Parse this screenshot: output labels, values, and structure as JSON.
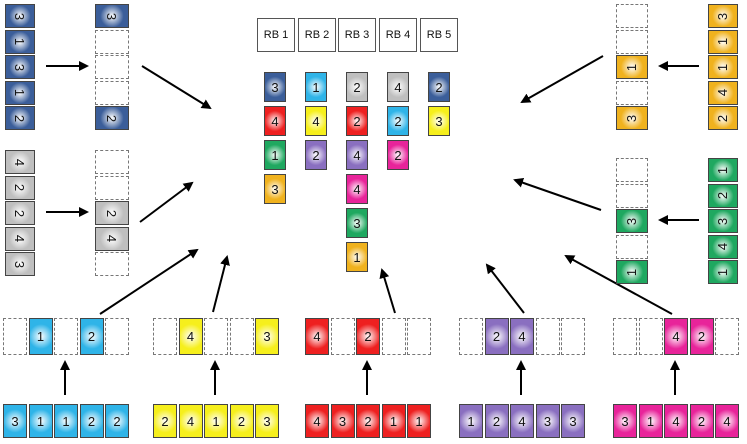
{
  "colors": {
    "blue": "#2fb4e8",
    "yellow": "#f6ef1c",
    "red": "#ee2020",
    "purple": "#8a6fc0",
    "pink": "#e8249a",
    "navy": "#3b5e9a",
    "gray": "#bfbfbf",
    "orange": "#f0b21e",
    "green": "#1fa860"
  },
  "headers": [
    "RB 1",
    "RB 2",
    "RB 3",
    "RB 4",
    "RB 5"
  ],
  "allocation": [
    [
      {
        "v": "3",
        "c": "navy"
      },
      {
        "v": "4",
        "c": "red"
      },
      {
        "v": "1",
        "c": "green"
      },
      {
        "v": "3",
        "c": "orange"
      }
    ],
    [
      {
        "v": "1",
        "c": "blue"
      },
      {
        "v": "4",
        "c": "yellow"
      },
      {
        "v": "2",
        "c": "purple"
      }
    ],
    [
      {
        "v": "2",
        "c": "gray"
      },
      {
        "v": "2",
        "c": "red"
      },
      {
        "v": "4",
        "c": "purple"
      },
      {
        "v": "4",
        "c": "pink"
      },
      {
        "v": "3",
        "c": "green"
      },
      {
        "v": "1",
        "c": "orange"
      }
    ],
    [
      {
        "v": "4",
        "c": "gray"
      },
      {
        "v": "2",
        "c": "blue"
      },
      {
        "v": "2",
        "c": "pink"
      }
    ],
    [
      {
        "v": "2",
        "c": "navy"
      },
      {
        "v": "3",
        "c": "yellow"
      }
    ]
  ],
  "bottom_users": [
    {
      "name": "blue",
      "input": [
        "3",
        "1",
        "1",
        "2",
        "2"
      ],
      "slots": [
        "",
        "1",
        "",
        "2",
        ""
      ],
      "color": "blue"
    },
    {
      "name": "yellow",
      "input": [
        "2",
        "4",
        "1",
        "2",
        "3"
      ],
      "slots": [
        "",
        "4",
        "",
        "",
        "3"
      ],
      "color": "yellow"
    },
    {
      "name": "red",
      "input": [
        "4",
        "3",
        "2",
        "1",
        "1"
      ],
      "slots": [
        "4",
        "",
        "2",
        "",
        ""
      ],
      "color": "red"
    },
    {
      "name": "purple",
      "input": [
        "1",
        "2",
        "4",
        "3",
        "3"
      ],
      "slots": [
        "",
        "2",
        "4",
        "",
        ""
      ],
      "color": "purple"
    },
    {
      "name": "pink",
      "input": [
        "3",
        "1",
        "4",
        "2",
        "4"
      ],
      "slots": [
        "",
        "",
        "4",
        "2",
        ""
      ],
      "color": "pink"
    }
  ],
  "left_users": [
    {
      "name": "navy",
      "input": [
        "3",
        "1",
        "3",
        "1",
        "2"
      ],
      "slots": [
        "3",
        "",
        "",
        "",
        "2"
      ],
      "color": "navy"
    },
    {
      "name": "gray",
      "input": [
        "4",
        "2",
        "2",
        "4",
        "3"
      ],
      "slots": [
        "",
        "",
        "2",
        "4",
        ""
      ],
      "color": "gray"
    }
  ],
  "right_users": [
    {
      "name": "orange",
      "input": [
        "3",
        "1",
        "1",
        "4",
        "2"
      ],
      "slots": [
        "",
        "",
        "1",
        "",
        "3"
      ],
      "color": "orange"
    },
    {
      "name": "green",
      "input": [
        "1",
        "2",
        "3",
        "4",
        "1"
      ],
      "slots": [
        "",
        "",
        "3",
        "",
        "1"
      ],
      "color": "green"
    }
  ]
}
